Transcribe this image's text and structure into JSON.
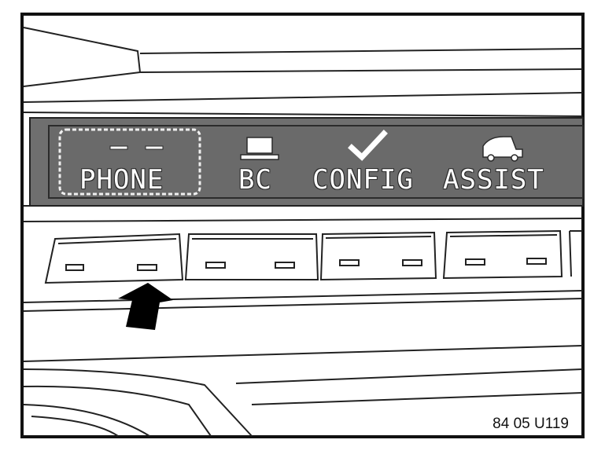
{
  "display": {
    "menu_items": [
      {
        "label": "PHONE",
        "icon": "dash-indicator-icon",
        "selected": true
      },
      {
        "label": "BC",
        "icon": "computer-monitor-icon",
        "selected": false
      },
      {
        "label": "CONFIG",
        "icon": "checkmark-icon",
        "selected": false
      },
      {
        "label": "ASSIST",
        "icon": "tow-truck-icon",
        "selected": false
      }
    ],
    "selected_indicator": "– –"
  },
  "buttons": [
    {
      "name": "phone"
    },
    {
      "name": "bc"
    },
    {
      "name": "config"
    },
    {
      "name": "assist"
    }
  ],
  "callout": {
    "icon": "arrow-up-icon",
    "points_to": "right indicator of first button"
  },
  "figure_code": "84 05 U119",
  "colors": {
    "display_bg": "#6f6f6f",
    "line": "#111111",
    "paper": "#ffffff"
  }
}
